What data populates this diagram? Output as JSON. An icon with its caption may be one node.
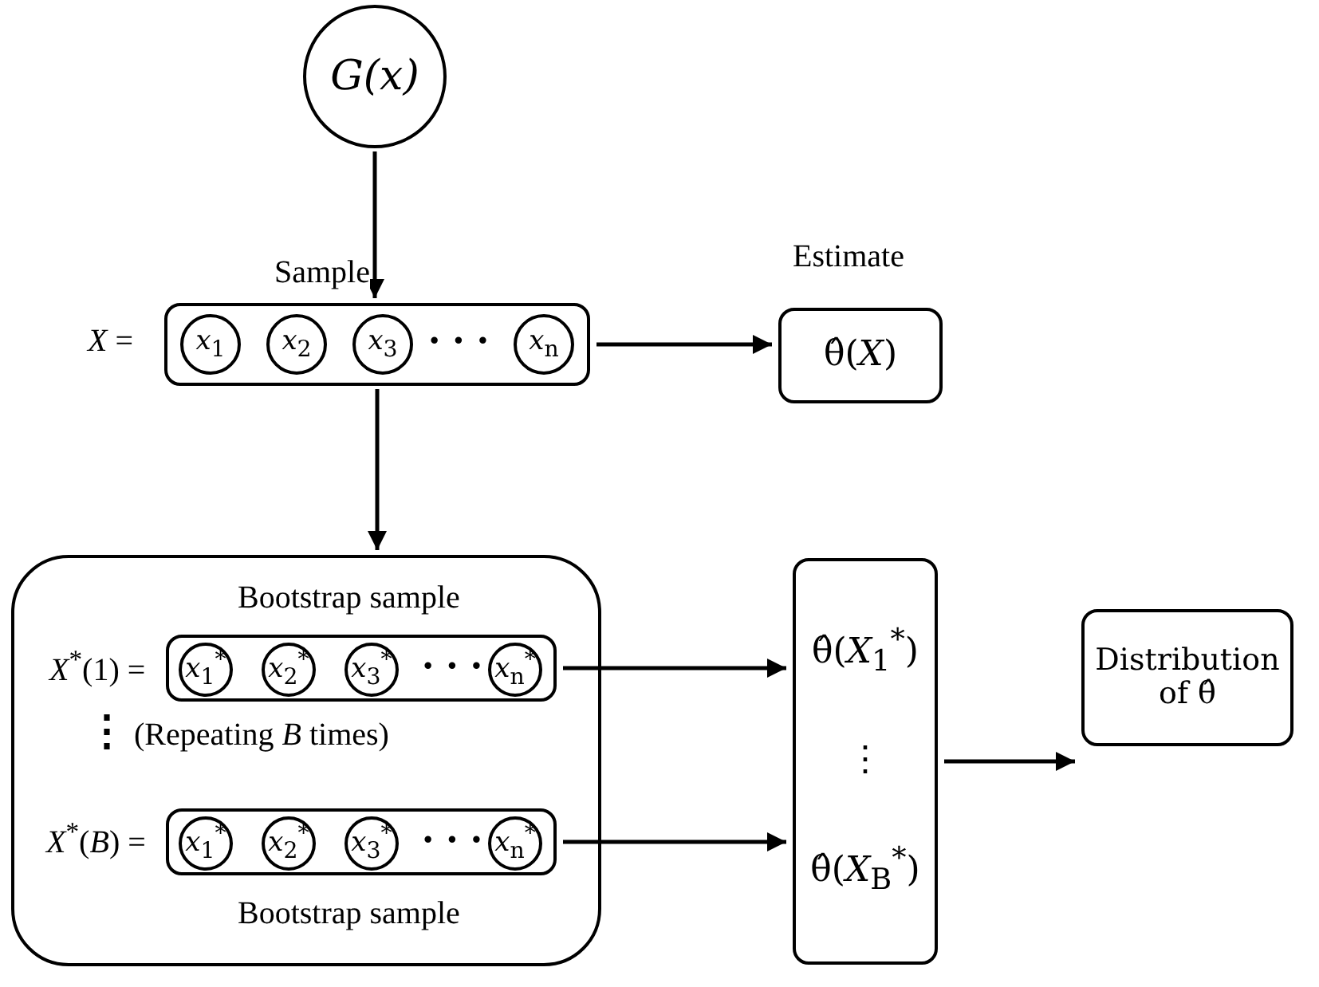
{
  "diagram": {
    "nodes": [
      {
        "text": [
          "*G(x)*"
        ]
      },
      {
        "text": [],
        "shape": "box",
        "beside": [
          "*X* ="
        ]
      },
      {
        "text": [
          "*x*$_{1}$"
        ],
        "in": 1
      },
      {
        "text": [
          "*x*$_{2}$"
        ],
        "in": 1
      },
      {
        "text": [
          "*x*$_{3}$"
        ],
        "in": 1
      },
      {
        "text": [
          "*x*$_{n}$"
        ],
        "in": 1
      },
      {
        "text": [
          "θ̂(*X*)"
        ],
        "beside": [
          "Estimate"
        ]
      },
      {
        "text": [
          "(Repeating *B* times)"
        ]
      },
      {
        "text": [],
        "shape": "box",
        "in": 7,
        "beside": [
          "Bootstrap sample",
          "*X*$^{*}$(1) ="
        ]
      },
      {
        "text": [
          "*x*$_{1}$$^{*}$"
        ],
        "in": 8
      },
      {
        "text": [
          "*x*$_{2}$$^{*}$"
        ],
        "in": 8
      },
      {
        "text": [
          "*x*$_{3}$$^{*}$"
        ],
        "in": 8
      },
      {
        "text": [
          "*x*$_{n}$$^{*}$"
        ],
        "in": 8
      },
      {
        "text": [],
        "shape": "box",
        "in": 7,
        "beside": [
          "*X*$^{*}$(*B*) =",
          "Bootstrap sample"
        ]
      },
      {
        "text": [
          "*x*$_{1}$$^{*}$"
        ],
        "in": 13
      },
      {
        "text": [
          "*x*$_{2}$$^{*}$"
        ],
        "in": 13
      },
      {
        "text": [
          "*x*$_{3}$$^{*}$"
        ],
        "in": 13
      },
      {
        "text": [
          "*x*$_{n}$$^{*}$"
        ],
        "in": 13
      },
      {
        "text": [
          "θ̂(*X*$_{1}$$^{*}$)",
          "⋮",
          "θ̂(*X*$_{B}$$^{*}$)"
        ]
      },
      {
        "text": [
          "Distribution of θ̂"
        ]
      }
    ],
    "edges": [
      {
        "from": 0,
        "to": 1,
        "arrow": "to",
        "label": "Sample"
      },
      {
        "from": 1,
        "to": 6,
        "arrow": "to"
      },
      {
        "from": 1,
        "to": 7,
        "arrow": "to"
      },
      {
        "from": 8,
        "to": 18,
        "arrow": "to"
      },
      {
        "from": 13,
        "to": 18,
        "arrow": "to"
      },
      {
        "from": 18,
        "to": 19,
        "arrow": "to"
      }
    ],
    "labels": [
      "· · ·",
      "· · ·",
      "⋮",
      "· · ·"
    ]
  }
}
